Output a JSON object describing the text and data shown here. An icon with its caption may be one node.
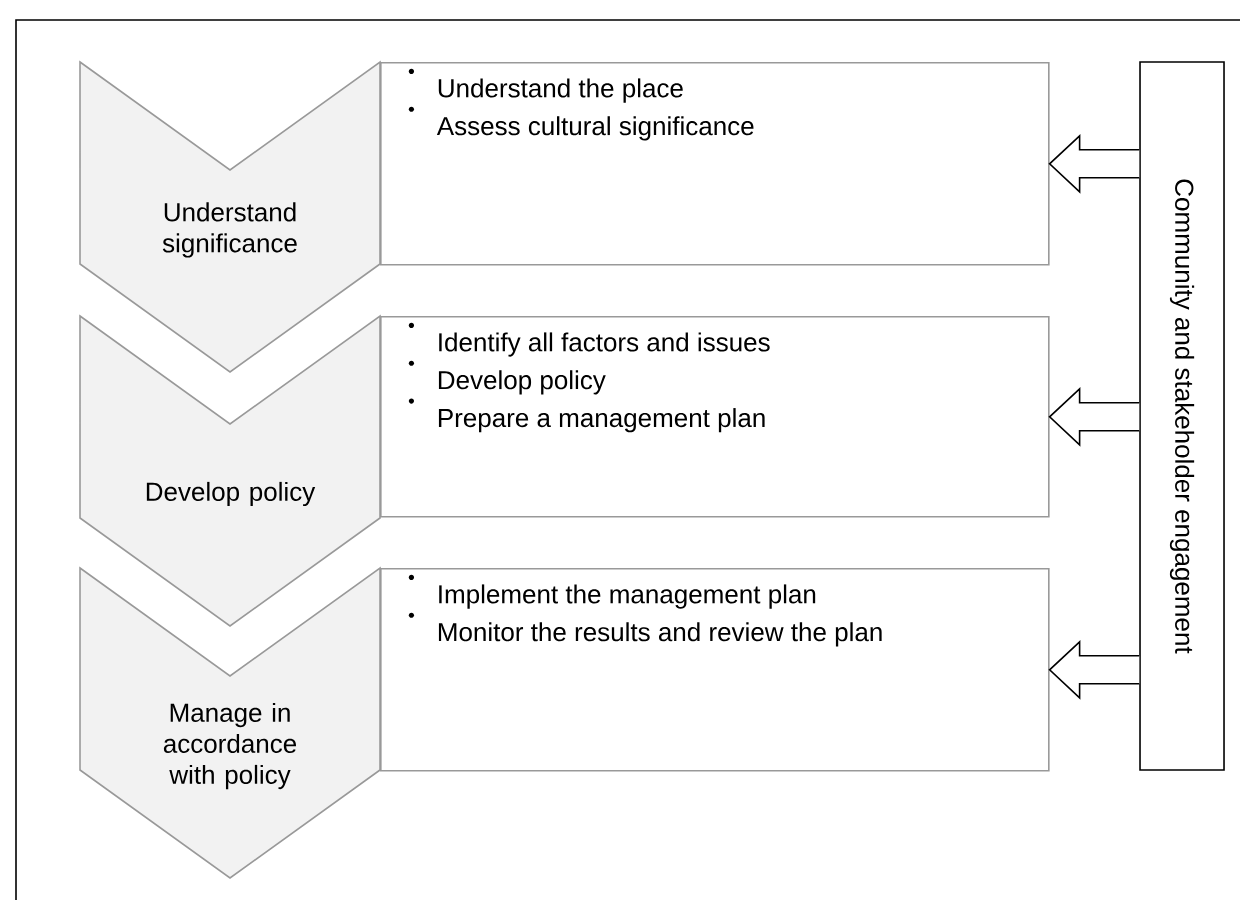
{
  "diagram": {
    "nodes": [
      {
        "text": [
          "Understand significance"
        ]
      },
      {
        "text": [
          "Understand the place",
          "Assess cultural significance"
        ]
      },
      {
        "text": [
          "Develop policy"
        ]
      },
      {
        "text": [
          "Identify all factors and issues",
          "Develop policy",
          "Prepare a management plan"
        ]
      },
      {
        "text": [
          "Manage in accordance with policy"
        ]
      },
      {
        "text": [
          "Implement the management plan",
          "Monitor the results and review the plan"
        ]
      },
      {
        "text": [
          "Community and stakeholder engagement"
        ]
      }
    ],
    "edges": [
      {
        "from": 6,
        "to": 1,
        "arrow": "to"
      },
      {
        "from": 6,
        "to": 3,
        "arrow": "to"
      },
      {
        "from": 6,
        "to": 5,
        "arrow": "to"
      }
    ]
  }
}
